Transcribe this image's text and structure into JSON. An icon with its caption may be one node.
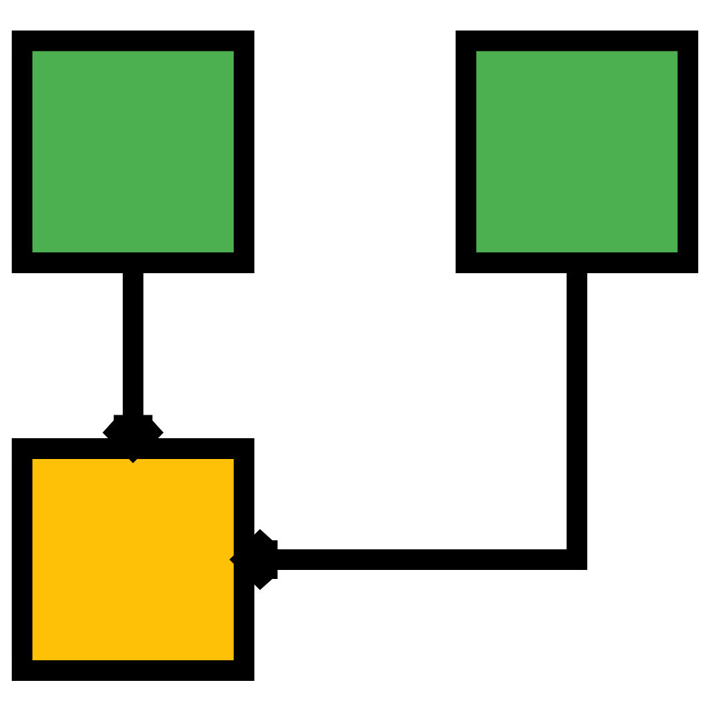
{
  "diagram": {
    "nodes": [
      {
        "text": [],
        "shape": "box"
      },
      {
        "text": [],
        "shape": "box"
      },
      {
        "text": [],
        "shape": "box"
      }
    ],
    "edges": [
      {
        "from": 0,
        "to": 2,
        "arrow": "to"
      },
      {
        "from": 1,
        "to": 2,
        "arrow": "to"
      }
    ]
  }
}
